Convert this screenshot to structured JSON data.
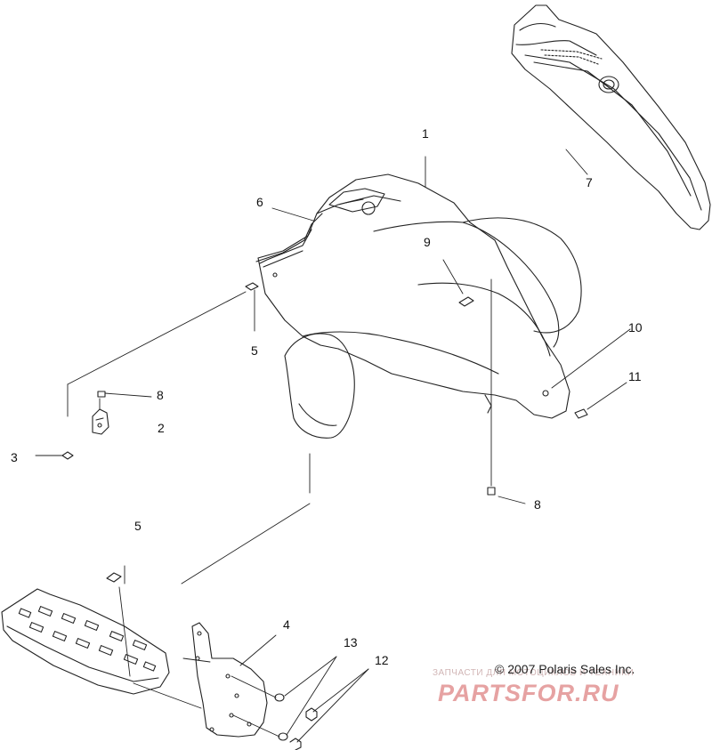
{
  "callouts": [
    {
      "id": "1",
      "text": "1"
    },
    {
      "id": "2",
      "text": "2"
    },
    {
      "id": "3",
      "text": "3"
    },
    {
      "id": "4",
      "text": "4"
    },
    {
      "id": "5a",
      "text": "5"
    },
    {
      "id": "5b",
      "text": "5"
    },
    {
      "id": "6",
      "text": "6"
    },
    {
      "id": "7",
      "text": "7"
    },
    {
      "id": "8a",
      "text": "8"
    },
    {
      "id": "8b",
      "text": "8"
    },
    {
      "id": "9",
      "text": "9"
    },
    {
      "id": "10",
      "text": "10"
    },
    {
      "id": "11",
      "text": "11"
    },
    {
      "id": "12",
      "text": "12"
    },
    {
      "id": "13",
      "text": "13"
    }
  ],
  "copyright": "© 2007 Polaris Sales Inc.",
  "watermark": {
    "subtitle": "ЗАПЧАСТИ ДЛЯ МОТОЦИКЛОВ И ТЕХНИКИ",
    "logo": "PARTSFOR.RU"
  }
}
